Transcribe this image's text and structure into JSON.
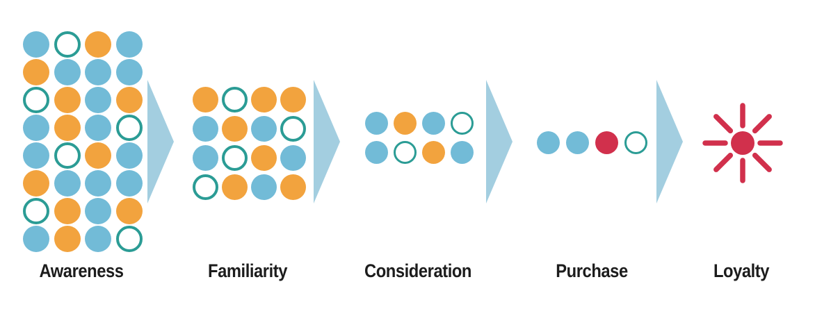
{
  "diagram": {
    "title": "customer-funnel-stages",
    "colors": {
      "blue": "#72BBD7",
      "orange": "#F2A33E",
      "ring": "#2B9C95",
      "red": "#D1304C",
      "arrow": "#A3CEE0",
      "label": "#1C1C1C"
    },
    "stages": [
      {
        "id": "awareness",
        "label": "Awareness",
        "pattern": [
          [
            "blue",
            "ring",
            "orange",
            "blue"
          ],
          [
            "orange",
            "blue",
            "blue",
            "blue"
          ],
          [
            "ring",
            "orange",
            "blue",
            "orange"
          ],
          [
            "blue",
            "orange",
            "blue",
            "ring"
          ],
          [
            "blue",
            "ring",
            "orange",
            "blue"
          ],
          [
            "orange",
            "blue",
            "blue",
            "blue"
          ],
          [
            "ring",
            "orange",
            "blue",
            "orange"
          ],
          [
            "blue",
            "orange",
            "blue",
            "ring"
          ]
        ]
      },
      {
        "id": "familiarity",
        "label": "Familiarity",
        "pattern": [
          [
            "orange",
            "ring",
            "orange",
            "orange"
          ],
          [
            "blue",
            "orange",
            "blue",
            "ring"
          ],
          [
            "blue",
            "ring",
            "orange",
            "blue"
          ],
          [
            "ring",
            "orange",
            "blue",
            "orange"
          ]
        ]
      },
      {
        "id": "consideration",
        "label": "Consideration",
        "pattern": [
          [
            "blue",
            "orange",
            "blue",
            "ring"
          ],
          [
            "blue",
            "ring",
            "orange",
            "blue"
          ]
        ]
      },
      {
        "id": "purchase",
        "label": "Purchase",
        "pattern": [
          [
            "blue",
            "blue",
            "red",
            "ring"
          ]
        ]
      },
      {
        "id": "loyalty",
        "label": "Loyalty",
        "icon": "burst-icon",
        "pattern": []
      }
    ]
  }
}
